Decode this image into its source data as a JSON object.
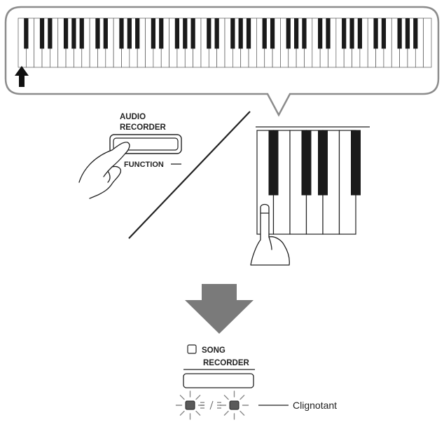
{
  "labels": {
    "audio": "AUDIO",
    "recorder": "RECORDER",
    "function": "FUNCTION",
    "song": "SONG",
    "song_recorder": "RECORDER",
    "blinking": "Clignotant"
  },
  "keyboard": {
    "white_key_count": 52,
    "black_key_pattern_start": "A0",
    "highlighted_key": "A0"
  },
  "zoom_keyboard": {
    "white_keys": 6,
    "black_keys_after_white": [
      0,
      2,
      3,
      5
    ],
    "pressed_key_index": 0
  },
  "colors": {
    "line": "#222222",
    "key_black": "#1a1a1a",
    "arrow_gray": "#7a7a7a",
    "bubble_border": "#8c8c8c"
  },
  "icons": {
    "pointer": "up-arrow-icon",
    "hand_press": "finger-press-icon",
    "blink": "blink-burst-icon",
    "checkbox": "square-icon"
  }
}
